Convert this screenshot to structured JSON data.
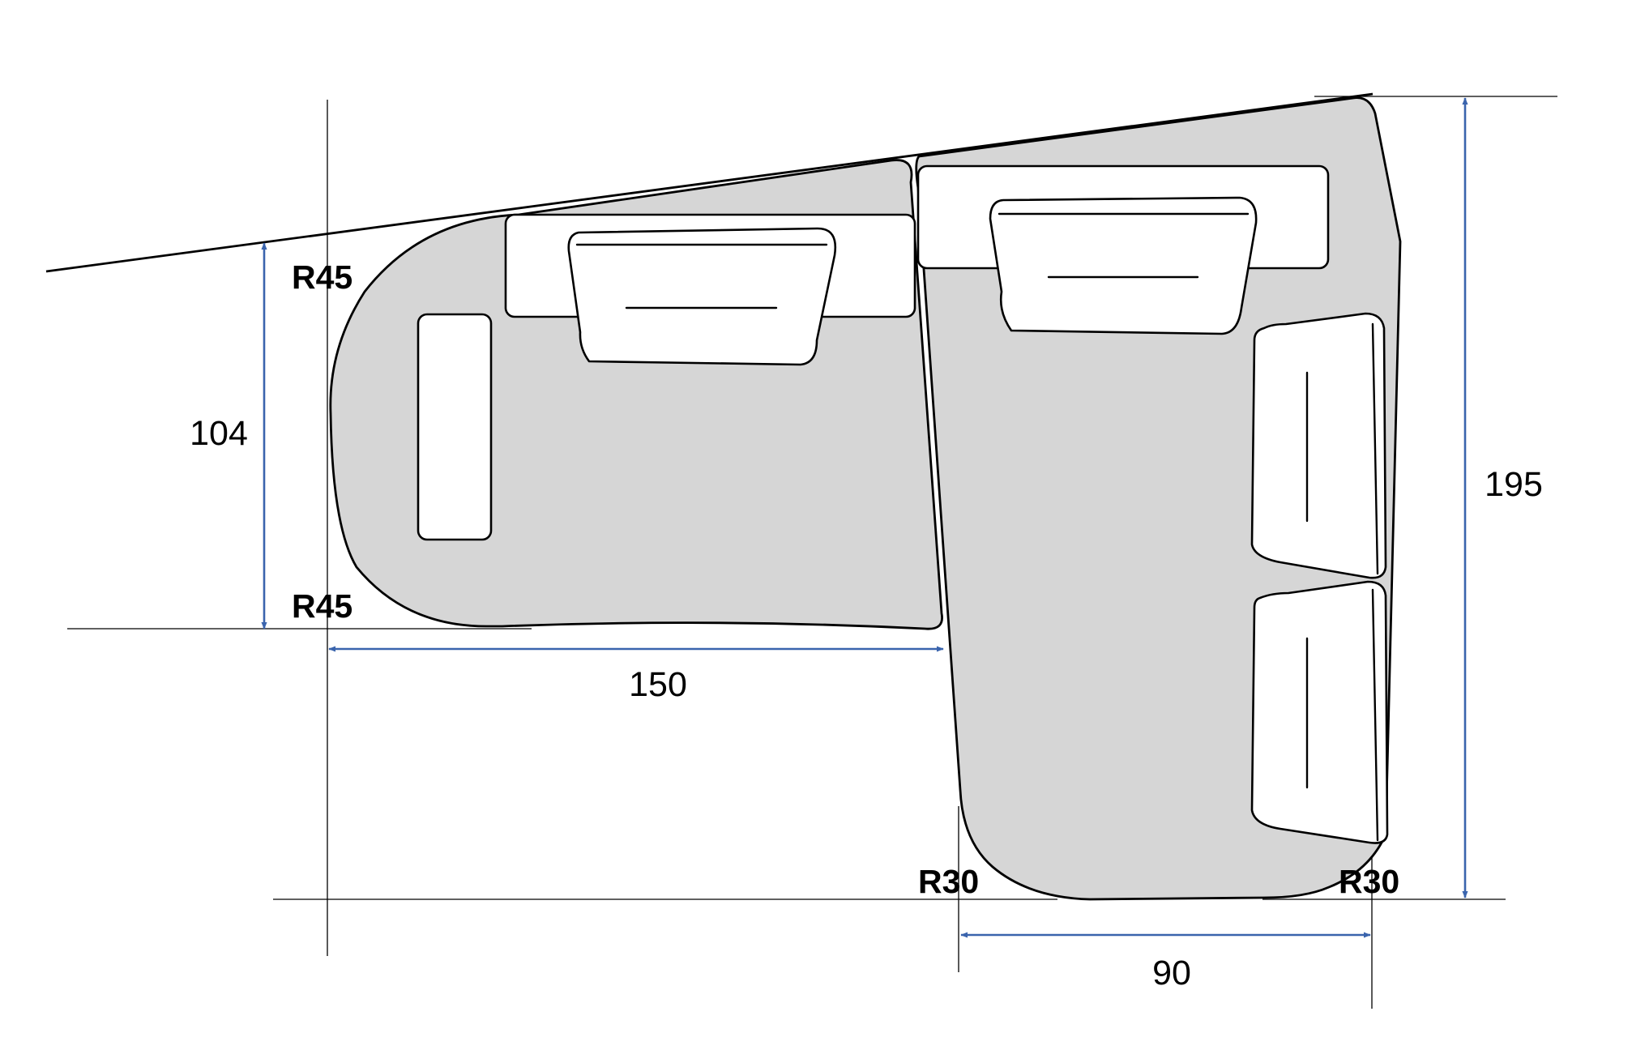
{
  "dimensions": {
    "depth_left": "104",
    "length_left": "150",
    "depth_right": "195",
    "width_right": "90"
  },
  "radii": {
    "left_top": "R45",
    "left_bottom": "R45",
    "right_bottom_left": "R30",
    "right_bottom_right": "R30"
  },
  "colors": {
    "sofa_fill": "#d6d6d6",
    "cushion_fill": "#ffffff",
    "dimension_arrow": "#3a64ad",
    "outline": "#000000"
  }
}
